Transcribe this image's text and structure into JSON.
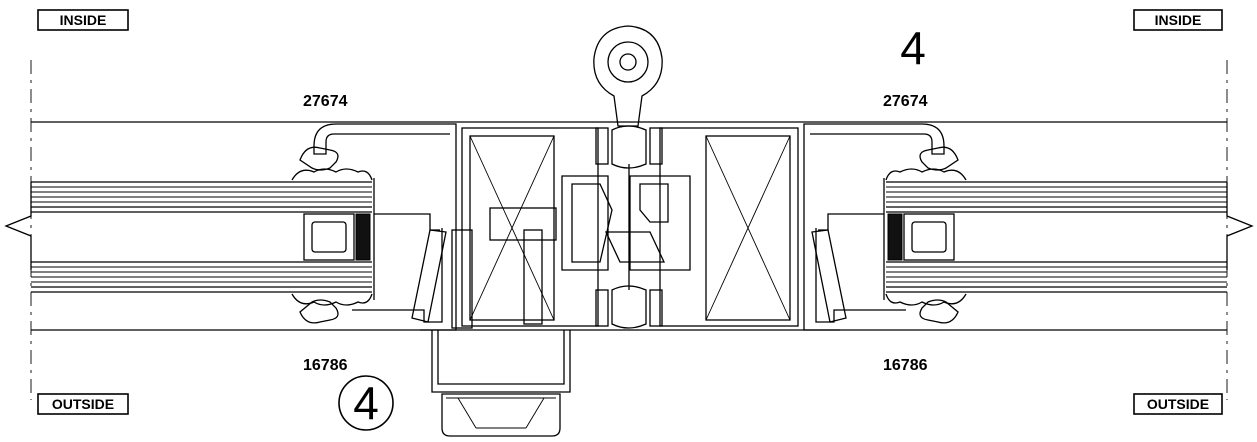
{
  "labels": {
    "inside_left": "INSIDE",
    "inside_right": "INSIDE",
    "outside_left": "OUTSIDE",
    "outside_right": "OUTSIDE"
  },
  "part_numbers": {
    "top_left": "27674",
    "top_right": "27674",
    "bottom_left": "16786",
    "bottom_right": "16786"
  },
  "detail": {
    "number_top": "4",
    "number_circled": "4"
  }
}
